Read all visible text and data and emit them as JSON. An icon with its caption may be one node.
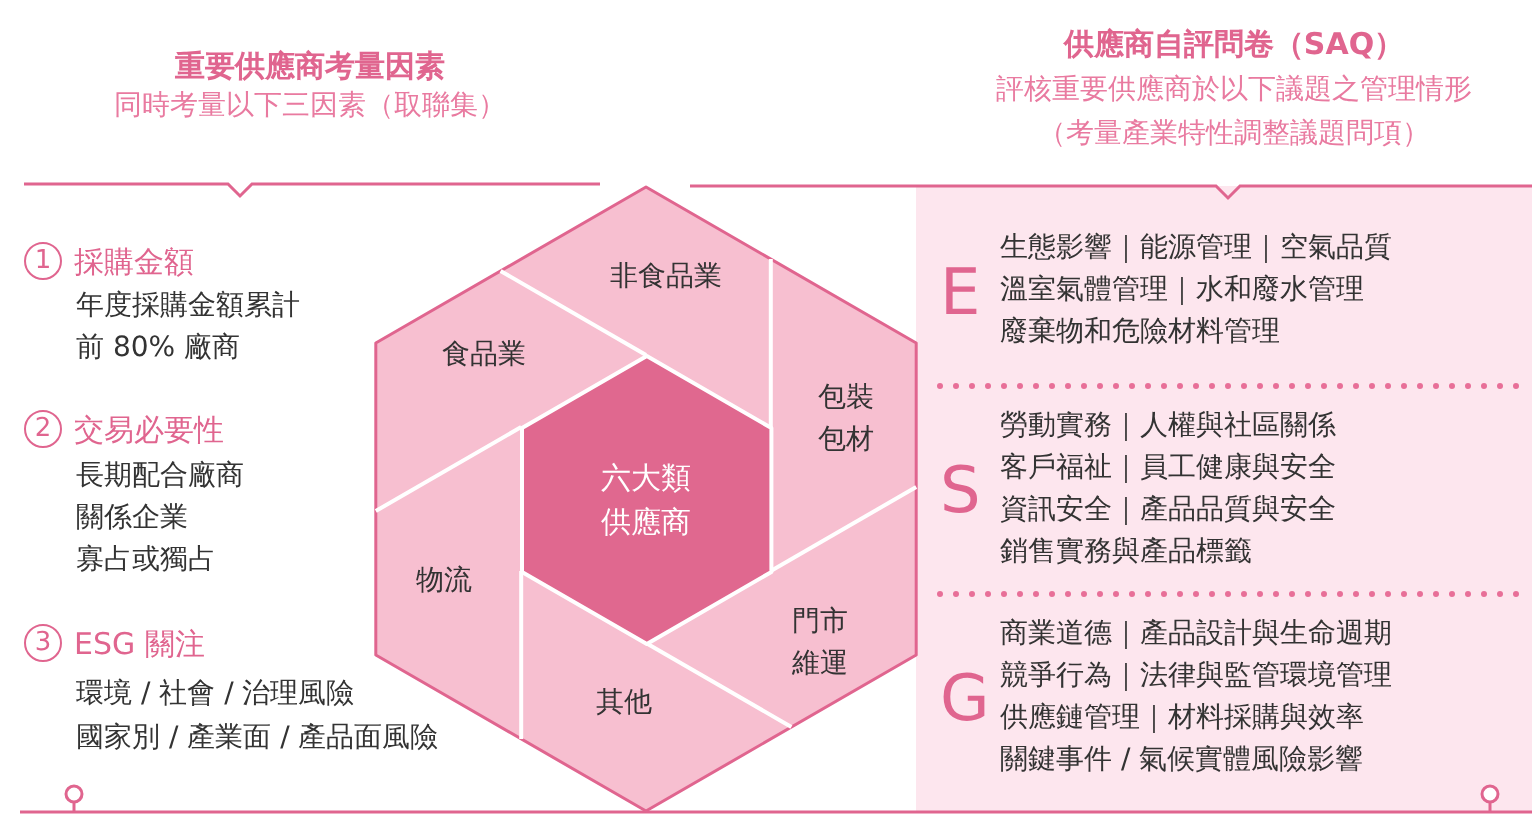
{
  "diagram": {
    "nodes": [
      {
        "text": [
          "1"
        ],
        "beside": [
          "採購金額"
        ]
      },
      {
        "text": [
          "2"
        ],
        "beside": [
          "交易必要性"
        ]
      },
      {
        "text": [
          "3"
        ],
        "beside": [
          "ESG 關注"
        ]
      },
      {
        "text": [],
        "shape": "hexagon"
      },
      {
        "text": [
          "非食品業"
        ],
        "in": 3
      },
      {
        "text": [
          "食品業"
        ],
        "in": 3
      },
      {
        "text": [
          "包裝包材"
        ],
        "in": 3
      },
      {
        "text": [
          "六大類供應商"
        ],
        "in": 3
      },
      {
        "text": [
          "物流"
        ],
        "in": 3
      },
      {
        "text": [
          "門市維運"
        ],
        "in": 3
      },
      {
        "text": [
          "其他"
        ],
        "in": 3
      },
      {
        "text": [],
        "shape": "box"
      },
      {
        "text": [
          "E",
          "生態影響｜能源管理｜空氣品質",
          "溫室氣體管理｜水和廢水管理",
          "廢棄物和危險材料管理"
        ],
        "in": 11
      },
      {
        "text": [
          "S",
          "勞動實務｜人權與社區關係",
          "客戶福祉｜員工健康與安全",
          "資訊安全｜產品品質與安全",
          "銷售實務與產品標籤"
        ],
        "in": 11
      },
      {
        "text": [
          "G",
          "商業道德｜產品設計與生命週期",
          "競爭行為｜法律與監管環境管理",
          "供應鏈管理｜材料採購與效率",
          "關鍵事件 / 氣候實體風險影響"
        ],
        "in": 11
      }
    ],
    "labels": [
      "重要供應商考量因素",
      "同時考量以下三因素（取聯集）",
      "供應商自評問卷（SAQ）",
      "評核重要供應商於以下議題之管理情形",
      "（考量產業特性調整議題問項）",
      "年度採購金額累計",
      "前 80% 廠商",
      "長期配合廠商",
      "關係企業",
      "寡占或獨占",
      "環境 / 社會 / 治理風險",
      "國家別 / 產業面 / 產品面風險"
    ]
  }
}
